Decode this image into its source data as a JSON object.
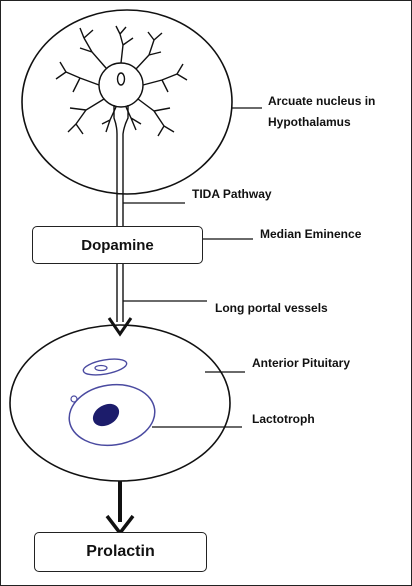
{
  "diagram": {
    "labels": {
      "arcuate_line1": "Arcuate nucleus in",
      "arcuate_line2": "Hypothalamus",
      "tida": "TIDA Pathway",
      "median_eminence": "Median Eminence",
      "portal_vessels": "Long portal vessels",
      "anterior_pituitary": "Anterior Pituitary",
      "lactotroph": "Lactotroph"
    },
    "boxes": {
      "dopamine": "Dopamine",
      "prolactin": "Prolactin"
    },
    "colors": {
      "line": "#111111",
      "cell_outline": "#4a4aa0",
      "nucleus_fill": "#1c1c6b"
    }
  }
}
